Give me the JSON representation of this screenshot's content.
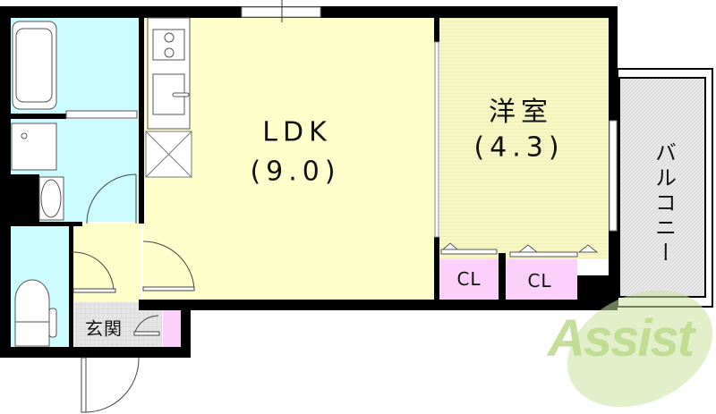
{
  "rooms": {
    "ldk": {
      "name": "LDK",
      "size": "(9.0)"
    },
    "western": {
      "name": "洋室",
      "size": "(4.3)"
    },
    "balcony": {
      "name": "バルコニー"
    },
    "entrance": {
      "name": "玄関"
    },
    "closet1": {
      "name": "CL"
    },
    "closet2": {
      "name": "CL"
    }
  },
  "watermark": {
    "text": "Assist"
  },
  "colors": {
    "wet_area": "#ccfcff",
    "ldk": "#ffffcc",
    "western": "#f6f6c4",
    "closet": "#fbd0fb",
    "entrance": "#dcdcdc",
    "balcony": "#e4e4e4",
    "wall": "#000000",
    "logo": "#bcd98a"
  }
}
